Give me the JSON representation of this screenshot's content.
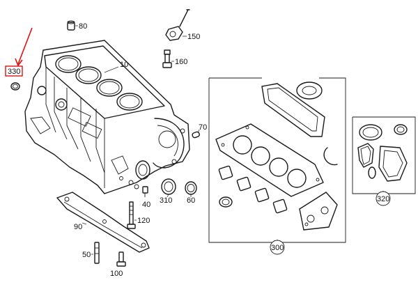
{
  "callouts": {
    "p10": "10",
    "p40": "40",
    "p50": "50",
    "p60": "60",
    "p70": "70",
    "p80": "80",
    "p90": "90",
    "p100": "100",
    "p120": "120",
    "p150": "150",
    "p160": "160",
    "p300": "300",
    "p310": "310",
    "p320": "320",
    "p330": "330"
  },
  "highlight": {
    "label": "330",
    "color": "#e01010"
  }
}
